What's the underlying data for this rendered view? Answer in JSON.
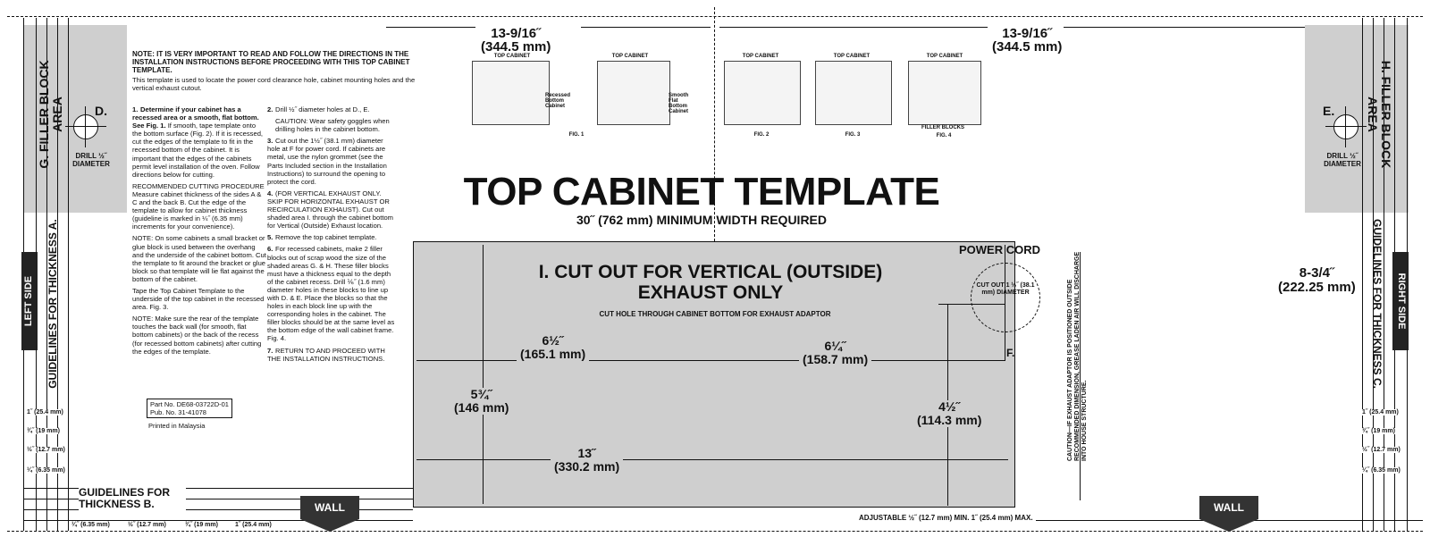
{
  "left_panel": {
    "filler_block": "G. FILLER BLOCK AREA",
    "drill_label": "D.",
    "drill_size": "DRILL ½˝ DIAMETER",
    "guidelines_a": "GUIDELINES FOR THICKNESS A.",
    "side_tag": "LEFT SIDE",
    "ticks": [
      "1˝ (25.4 mm)",
      "¾˝ (19 mm)",
      "½˝ (12.7 mm)",
      "¼˝ (6.35 mm)"
    ]
  },
  "right_panel": {
    "filler_block": "H. FILLER BLOCK AREA",
    "drill_label": "E.",
    "drill_size": "DRILL ½˝ DIAMETER",
    "guidelines_c": "GUIDELINES FOR THICKNESS C.",
    "side_tag": "RIGHT SIDE",
    "ticks": [
      "1˝ (25.4 mm)",
      "¾˝ (19 mm)",
      "½˝ (12.7 mm)",
      "¼˝ (6.35 mm)"
    ],
    "dim_top": "13-9/16˝",
    "dim_top_mm": "(344.5 mm)",
    "dim_side": "8-3/4˝",
    "dim_side_mm": "(222.25 mm)"
  },
  "notes": {
    "heading": "NOTE: IT IS VERY IMPORTANT TO READ AND FOLLOW THE DIRECTIONS IN THE INSTALLATION INSTRUCTIONS BEFORE PROCEEDING WITH THIS TOP CABINET TEMPLATE.",
    "intro": "This template is used to locate the power cord clearance hole, cabinet mounting holes and the vertical exhaust cutout.",
    "step1_num": "1.",
    "step1_bold": "Determine if your cabinet has a recessed area or a smooth, flat bottom. See Fig. 1.",
    "step1_text": "If smooth, tape template onto the bottom surface (Fig. 2). If it is recessed, cut the edges of the template to fit in the recessed bottom of the cabinet. It is important that the edges of the cabinets permit level installation of the oven. Follow directions below for cutting.",
    "rec_heading": "RECOMMENDED CUTTING PROCEDURE",
    "rec_text": "Measure cabinet thickness of the sides A & C and the back B. Cut the edge of the template to allow for cabinet thickness (guideline is marked in ¼˝ (6.35 mm) increments for your convenience).",
    "note2": "NOTE: On some cabinets a small bracket or glue block is used between the overhang and the underside of the cabinet bottom. Cut the template to fit around the bracket or glue block so that template will lie flat against the bottom of the cabinet.",
    "tape": "Tape the Top Cabinet Template to the underside of the top cabinet in the recessed area. Fig. 3.",
    "note3": "NOTE: Make sure the rear of the template touches the back wall (for smooth, flat bottom cabinets) or the back of the recess (for recessed bottom cabinets) after cutting the edges of the template.",
    "steps": [
      {
        "num": "2.",
        "text": "Drill ½˝ diameter holes at D., E."
      },
      {
        "num": "",
        "text": "CAUTION: Wear safety goggles when drilling holes in the cabinet bottom."
      },
      {
        "num": "3.",
        "text": "Cut out the 1½˝ (38.1 mm) diameter hole at F for power cord. If cabinets are metal, use the nylon grommet (see the Parts Included section in the Installation Instructions) to surround the opening to protect the cord."
      },
      {
        "num": "4.",
        "text": "(FOR VERTICAL EXHAUST ONLY. SKIP FOR HORIZONTAL EXHAUST OR RECIRCULATION EXHAUST). Cut out shaded area I. through the cabinet bottom for Vertical (Outside) Exhaust location."
      },
      {
        "num": "5.",
        "text": "Remove the top cabinet template."
      },
      {
        "num": "6.",
        "text": "For recessed cabinets, make 2 filler blocks out of scrap wood the size of the shaded areas G. & H. These filler blocks must have a thickness equal to the depth of the cabinet recess. Drill ⅙˝ (1.6 mm) diameter holes in these blocks to line up with D. & E. Place the blocks so that the holes in each block line up with the corresponding holes in the cabinet. The filler blocks should be at the same level as the bottom edge of the wall cabinet frame. Fig. 4."
      },
      {
        "num": "7.",
        "text": "RETURN TO AND PROCEED WITH THE INSTALLATION INSTRUCTIONS."
      }
    ],
    "part_no": "Part No. DE68-03722D-01",
    "pub_no": "Pub. No. 31-41078",
    "printed": "Printed in Malaysia"
  },
  "figures": {
    "dim_top": "13-9/16˝",
    "dim_top_mm": "(344.5 mm)",
    "items": [
      {
        "title": "TOP CABINET",
        "caption": "FIG. 1",
        "note": "Recessed Bottom Cabinet"
      },
      {
        "title": "TOP CABINET",
        "caption": "",
        "note": "Smooth Flat Bottom Cabinet"
      },
      {
        "title": "TOP CABINET",
        "caption": "FIG. 2",
        "note": ""
      },
      {
        "title": "TOP CABINET",
        "caption": "FIG. 3",
        "note": ""
      },
      {
        "title": "TOP CABINET",
        "caption": "FIG. 4",
        "note": "FILLER BLOCKS"
      }
    ]
  },
  "template": {
    "title": "TOP CABINET TEMPLATE",
    "subtitle": "30˝ (762 mm) MINIMUM WIDTH REQUIRED",
    "cutout_title": "I. CUT OUT FOR VERTICAL (OUTSIDE) EXHAUST ONLY",
    "cutout_sub": "CUT HOLE THROUGH CABINET BOTTOM FOR EXHAUST ADAPTOR",
    "power_cord": "POWER CORD",
    "cut_out": "CUT OUT 1 ½˝ (38.1 mm) DIAMETER",
    "f_label": "F.",
    "dim_a": "6½˝",
    "dim_a_mm": "(165.1 mm)",
    "dim_b": "6¼˝",
    "dim_b_mm": "(158.7 mm)",
    "dim_c": "5¾˝",
    "dim_c_mm": "(146 mm)",
    "dim_d": "4½˝",
    "dim_d_mm": "(114.3 mm)",
    "dim_e": "13˝",
    "dim_e_mm": "(330.2 mm)",
    "caution": "CAUTION—IF EXHAUST ADAPTOR IS POSITIONED OUTSIDE RECOMMENDED DIMENSION, GREASE LADEN AIR WILL DISCHARGE INTO HOUSE STRUCTURE."
  },
  "bottom": {
    "guidelines_b": "GUIDELINES FOR THICKNESS B.",
    "ticks": [
      "¼˝ (6.35 mm)",
      "½˝ (12.7 mm)",
      "¾˝ (19 mm)",
      "1˝ (25.4 mm)"
    ],
    "wall_left": "WALL",
    "wall_right": "WALL",
    "adjustable": "ADJUSTABLE ½˝ (12.7 mm) MIN. 1˝ (25.4 mm) MAX."
  }
}
